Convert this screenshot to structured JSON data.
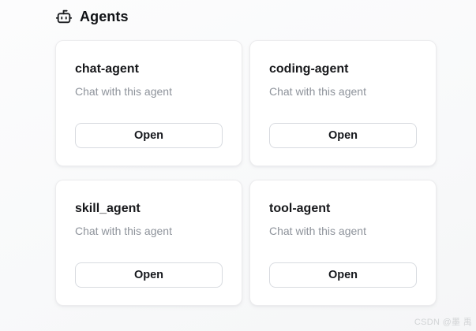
{
  "header": {
    "title": "Agents",
    "icon": "bot-icon"
  },
  "cards": [
    {
      "name": "chat-agent",
      "description": "Chat with this agent",
      "action_label": "Open"
    },
    {
      "name": "coding-agent",
      "description": "Chat with this agent",
      "action_label": "Open"
    },
    {
      "name": "skill_agent",
      "description": "Chat with this agent",
      "action_label": "Open"
    },
    {
      "name": "tool-agent",
      "description": "Chat with this agent",
      "action_label": "Open"
    }
  ],
  "watermark": "CSDN @墨 禹",
  "colors": {
    "page_background": "#f8f9fa",
    "card_background": "#ffffff",
    "card_border": "#ececee",
    "title_text": "#17181b",
    "description_text": "#8e939b",
    "button_border": "#d8dbe0",
    "button_text": "#15171c"
  }
}
